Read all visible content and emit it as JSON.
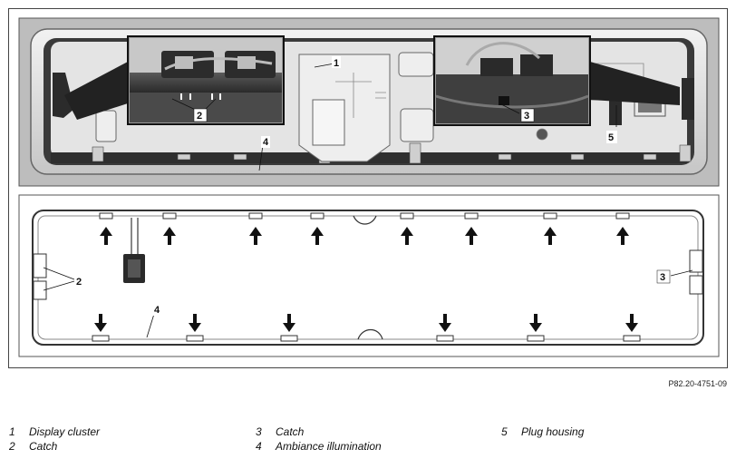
{
  "figure": {
    "reference": "P82.20-4751-09",
    "callouts": {
      "c1": "1",
      "c2": "2",
      "c3": "3",
      "c4": "4",
      "c5": "5"
    }
  },
  "legend": [
    {
      "num": "1",
      "text": "Display cluster"
    },
    {
      "num": "2",
      "text": "Catch"
    },
    {
      "num": "3",
      "text": "Catch"
    },
    {
      "num": "4",
      "text": "Ambiance illumination"
    },
    {
      "num": "5",
      "text": "Plug housing"
    }
  ]
}
